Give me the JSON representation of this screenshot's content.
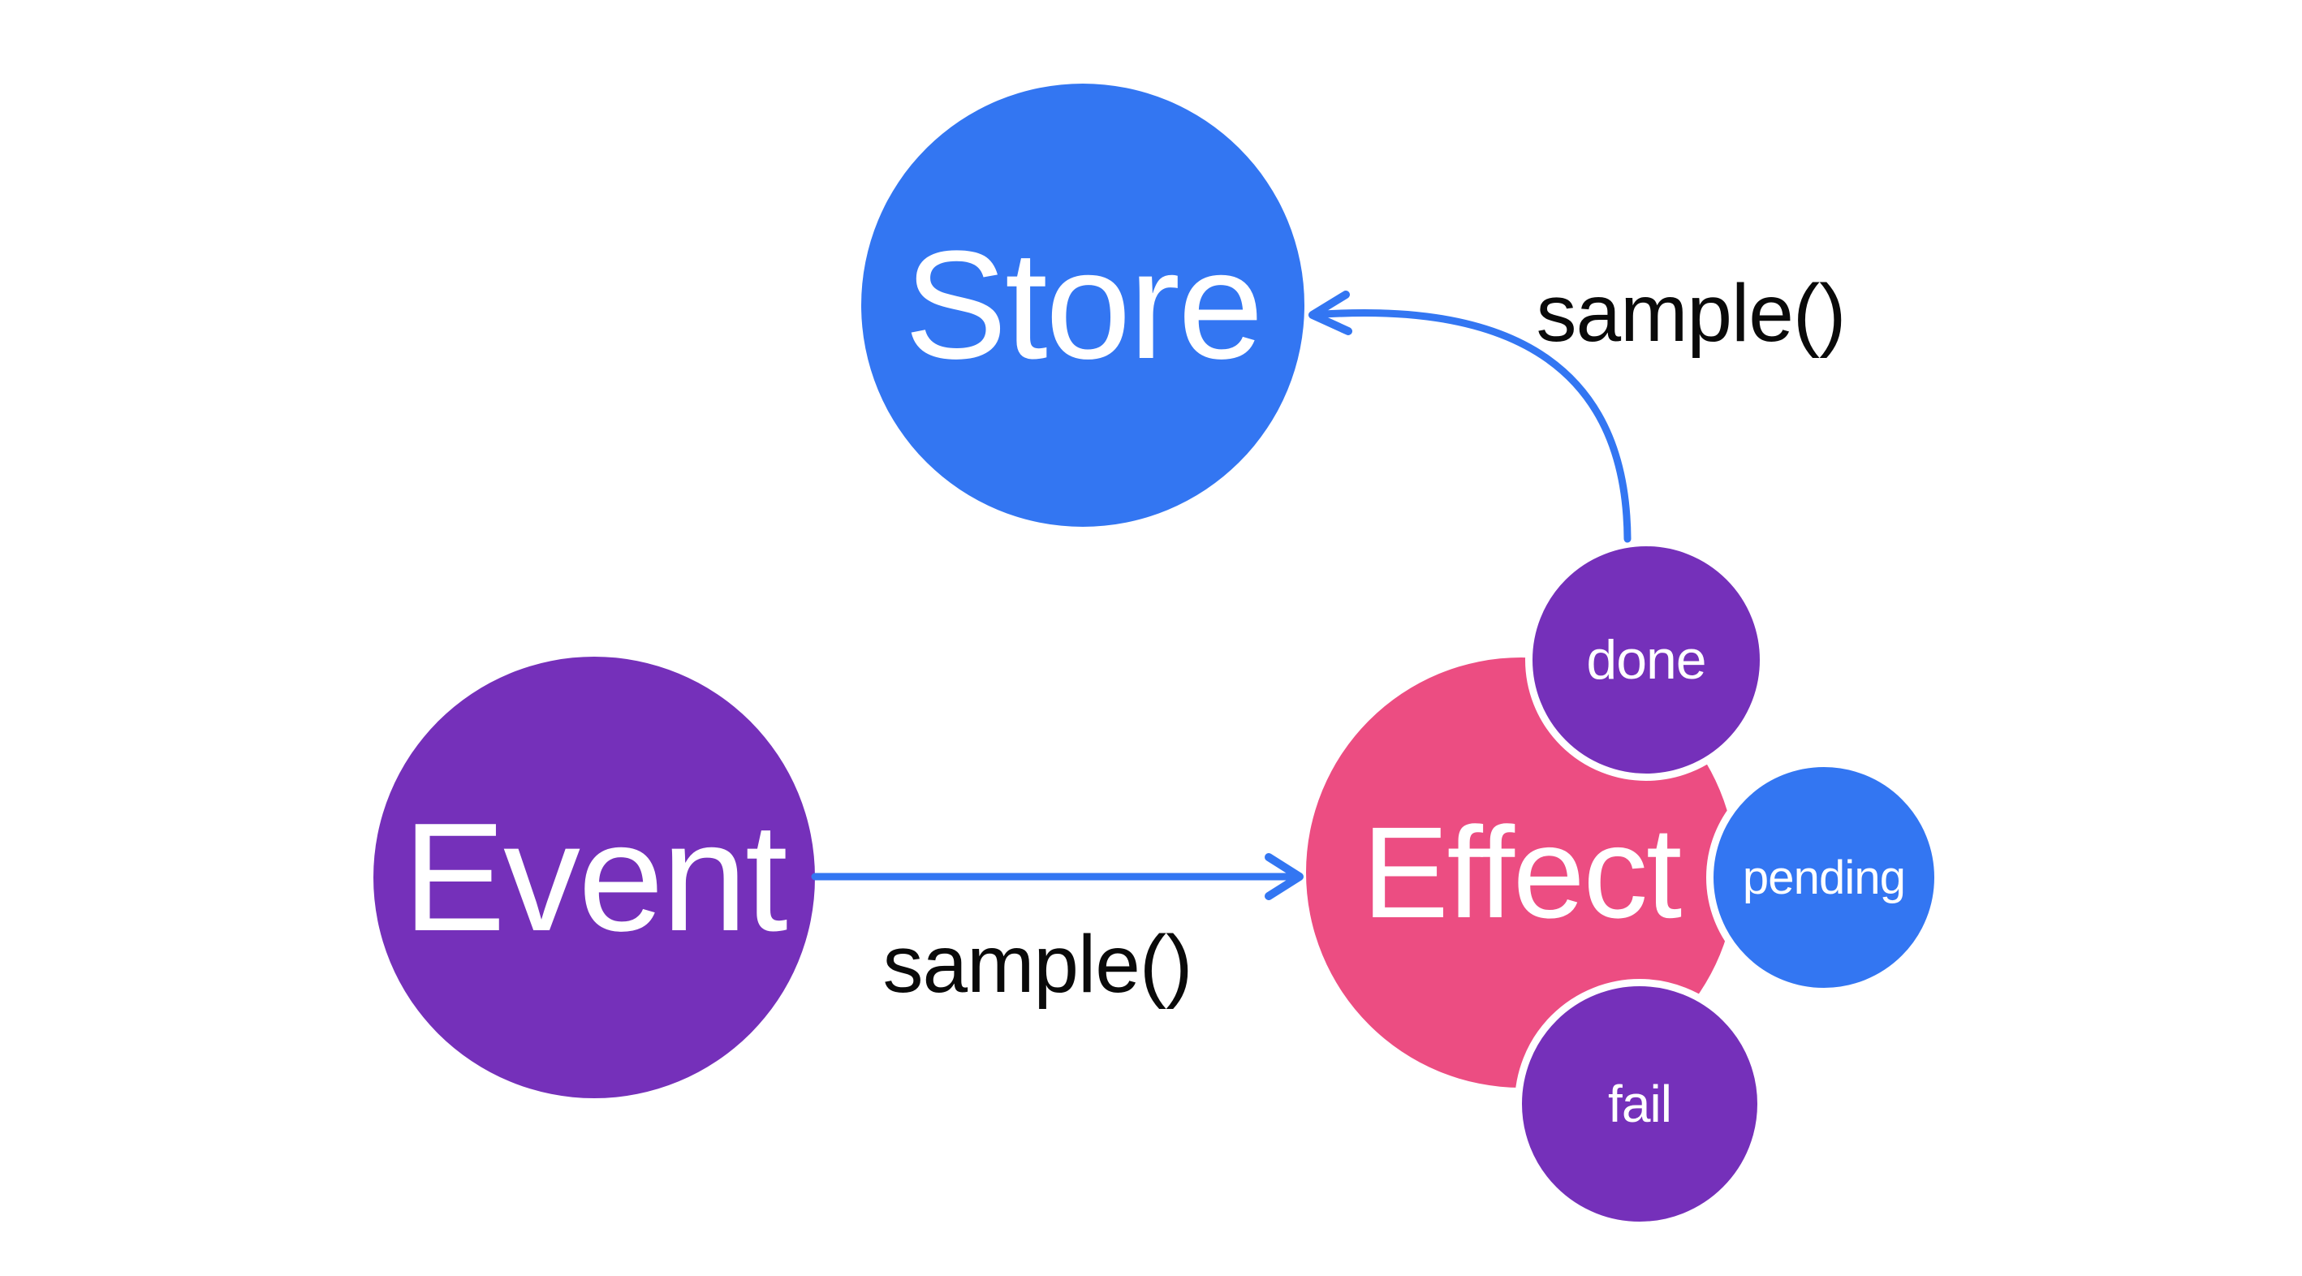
{
  "colors": {
    "blue": "#3376F2",
    "purple": "#7530BA",
    "pink": "#EC4D82",
    "arrow": "#3376F2",
    "ring": "#FFFFFF",
    "node_text": "#FFFFFF",
    "label_text": "#0A0A0A",
    "background": "#FFFFFF"
  },
  "nodes": {
    "store": {
      "label": "Store"
    },
    "event": {
      "label": "Event"
    },
    "effect": {
      "label": "Effect"
    },
    "done": {
      "label": "done"
    },
    "pending": {
      "label": "pending"
    },
    "fail": {
      "label": "fail"
    }
  },
  "edges": [
    {
      "from": "event",
      "to": "effect",
      "label": "sample()"
    },
    {
      "from": "done",
      "to": "store",
      "label": "sample()"
    }
  ]
}
